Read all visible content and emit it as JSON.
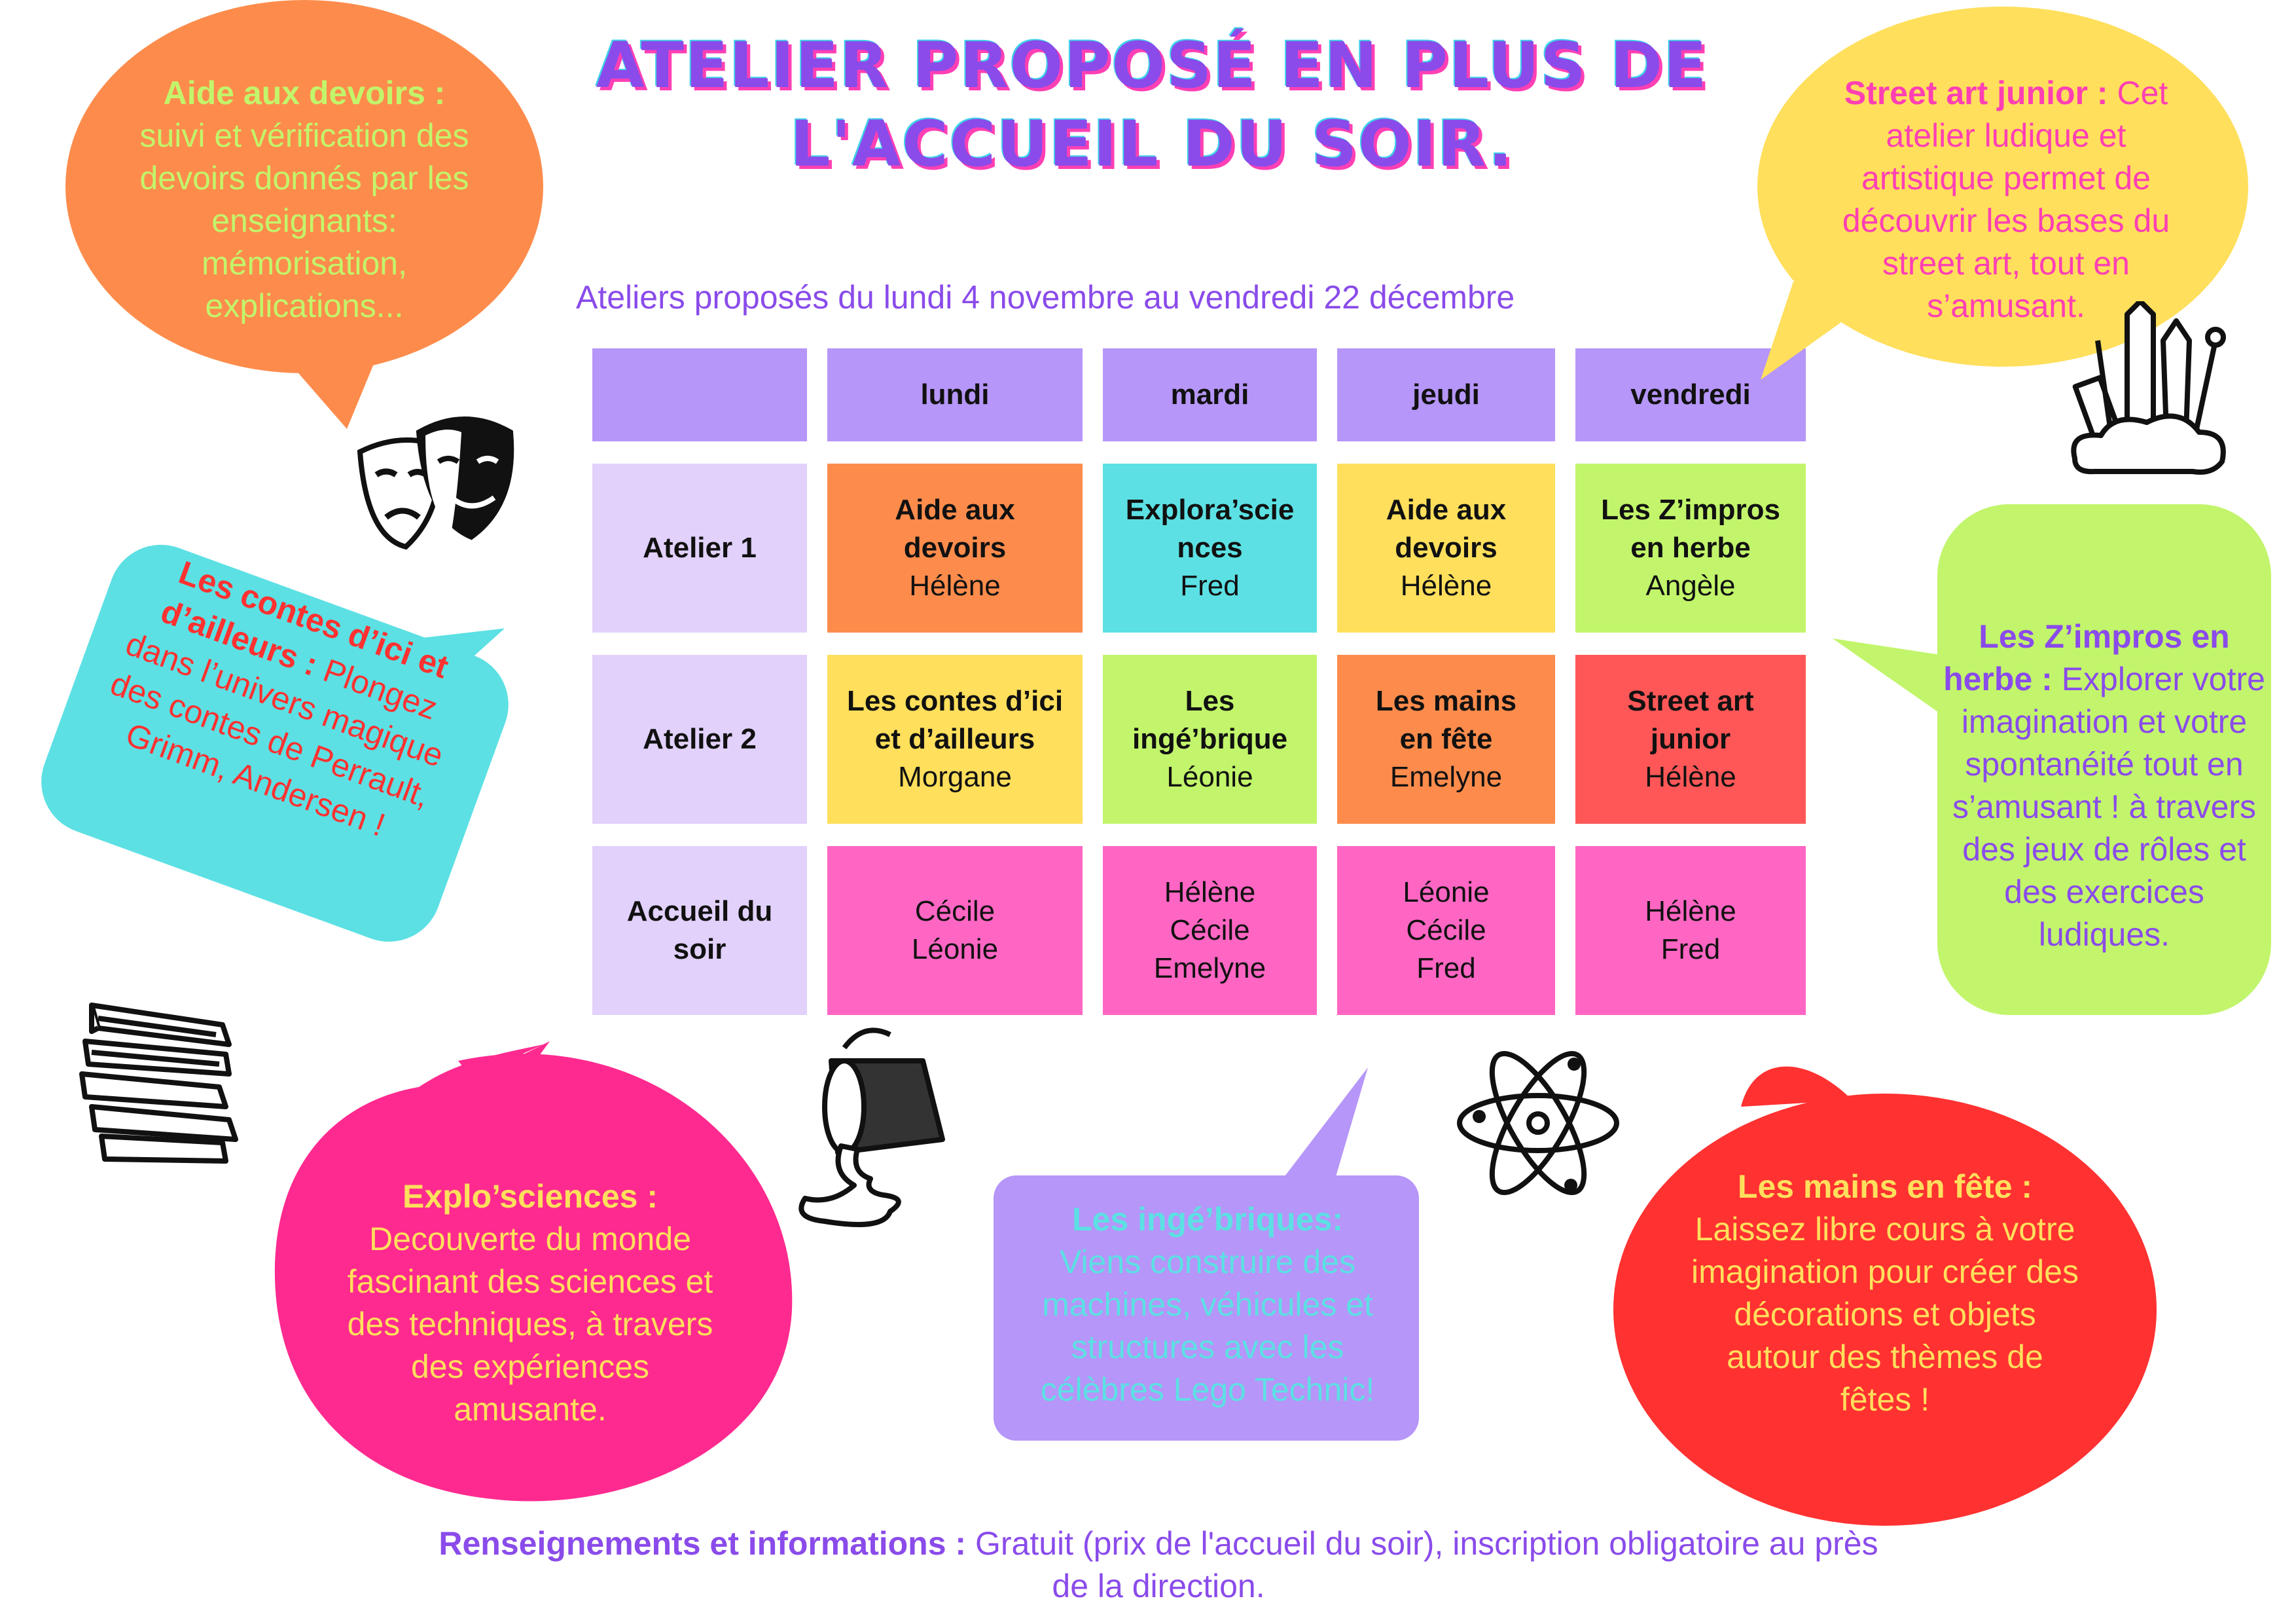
{
  "title": {
    "line1": "ATELIER PROPOSÉ EN PLUS DE",
    "line2": "L'ACCUEIL DU SOIR."
  },
  "subtitle": "Ateliers proposés du lundi 4 novembre au vendredi 22 décembre",
  "table": {
    "days": [
      "lundi",
      "mardi",
      "jeudi",
      "vendredi"
    ],
    "rows": [
      {
        "label": "Atelier 1",
        "cells": [
          {
            "activity": "Aide aux devoirs",
            "people": "Hélène",
            "color": "#fd8c4c"
          },
          {
            "activity": "Explora’sciences",
            "people": "Fred",
            "color": "#5ce0e3"
          },
          {
            "activity": "Aide aux devoirs",
            "people": "Hélène",
            "color": "#ffdf5c"
          },
          {
            "activity": "Les Z’impros en herbe",
            "people": "Angèle",
            "color": "#c2f56b"
          }
        ]
      },
      {
        "label": "Atelier 2",
        "cells": [
          {
            "activity": "Les contes d’ici et d’ailleurs",
            "people": "Morgane",
            "color": "#ffdf5c"
          },
          {
            "activity": "Les ingé’brique",
            "people": "Léonie",
            "color": "#c2f56b"
          },
          {
            "activity": "Les mains en fête",
            "people": "Emelyne",
            "color": "#fd8c4c"
          },
          {
            "activity": "Street art junior",
            "people": "Hélène",
            "color": "#ff5757"
          }
        ]
      },
      {
        "label": "Accueil du soir",
        "cells": [
          {
            "people_lines": [
              "Cécile",
              "Léonie"
            ],
            "color": "#ff66c4"
          },
          {
            "people_lines": [
              "Hélène",
              "Cécile",
              "Emelyne"
            ],
            "color": "#ff66c4"
          },
          {
            "people_lines": [
              "Léonie",
              "Cécile",
              "Fred"
            ],
            "color": "#ff66c4"
          },
          {
            "people_lines": [
              "Hélène",
              "Fred"
            ],
            "color": "#ff66c4"
          }
        ]
      }
    ]
  },
  "bubbles": {
    "devoirs": {
      "title": "Aide aux devoirs :",
      "text": "suivi et vérification des devoirs donnés par les enseignants: mémorisation, explications...",
      "bg": "#fd8c4c",
      "title_color": "#c2f56b",
      "text_color": "#c2f56b"
    },
    "street": {
      "title": "Street art junior :",
      "text": "Cet atelier ludique et artistique permet de découvrir les bases du street art, tout en s’amusant.",
      "bg": "#ffdf5c",
      "title_color": "#ff3fb4",
      "text_color": "#ff3fb4"
    },
    "contes": {
      "title": "Les contes d’ici et d’ailleurs :",
      "text": "Plongez dans l’univers magique des contes de Perrault, Grimm, Andersen !",
      "bg": "#5ce0e3",
      "title_color": "#ff3131",
      "text_color": "#ff3131"
    },
    "impros": {
      "title": "Les Z’impros en herbe :",
      "text": "Explorer votre imagination et votre spontanéité tout en s’amusant ! à travers des jeux de rôles et des exercices ludiques.",
      "bg": "#c2f56b",
      "title_color": "#8a4bea",
      "text_color": "#8a4bea"
    },
    "sciences": {
      "title": "Explo’sciences :",
      "text": "Decouverte du monde fascinant des sciences et des techniques, à travers des expériences amusante.",
      "bg": "#ff2a8f",
      "title_color": "#ffdf5c",
      "text_color": "#ffdf5c"
    },
    "briques": {
      "title": "Les ingé’briques:",
      "text": "Viens construire des machines, véhicules et structures avec les célèbres Lego Technic!",
      "bg": "#b696f8",
      "title_color": "#5ce0e3",
      "text_color": "#5ce0e3"
    },
    "mains": {
      "title": "Les mains en fête :",
      "text": "Laissez libre cours à votre imagination pour créer des décorations et objets autour des thèmes de fêtes !",
      "bg": "#ff3131",
      "title_color": "#ffdf5c",
      "text_color": "#ffdf5c"
    }
  },
  "icons": [
    "theater-masks-icon",
    "art-supplies-icon",
    "books-icon",
    "paint-bucket-icon",
    "atom-icon"
  ],
  "footer": {
    "title": "Renseignements et informations :",
    "text": "Gratuit (prix de l'accueil du soir), inscription obligatoire au près de la direction."
  },
  "colors": {
    "title": "#8a4bea",
    "title_shadow": "#ff3fb4",
    "header_cell": "#b696f8",
    "row_header_cell": "#e1d1fb"
  }
}
